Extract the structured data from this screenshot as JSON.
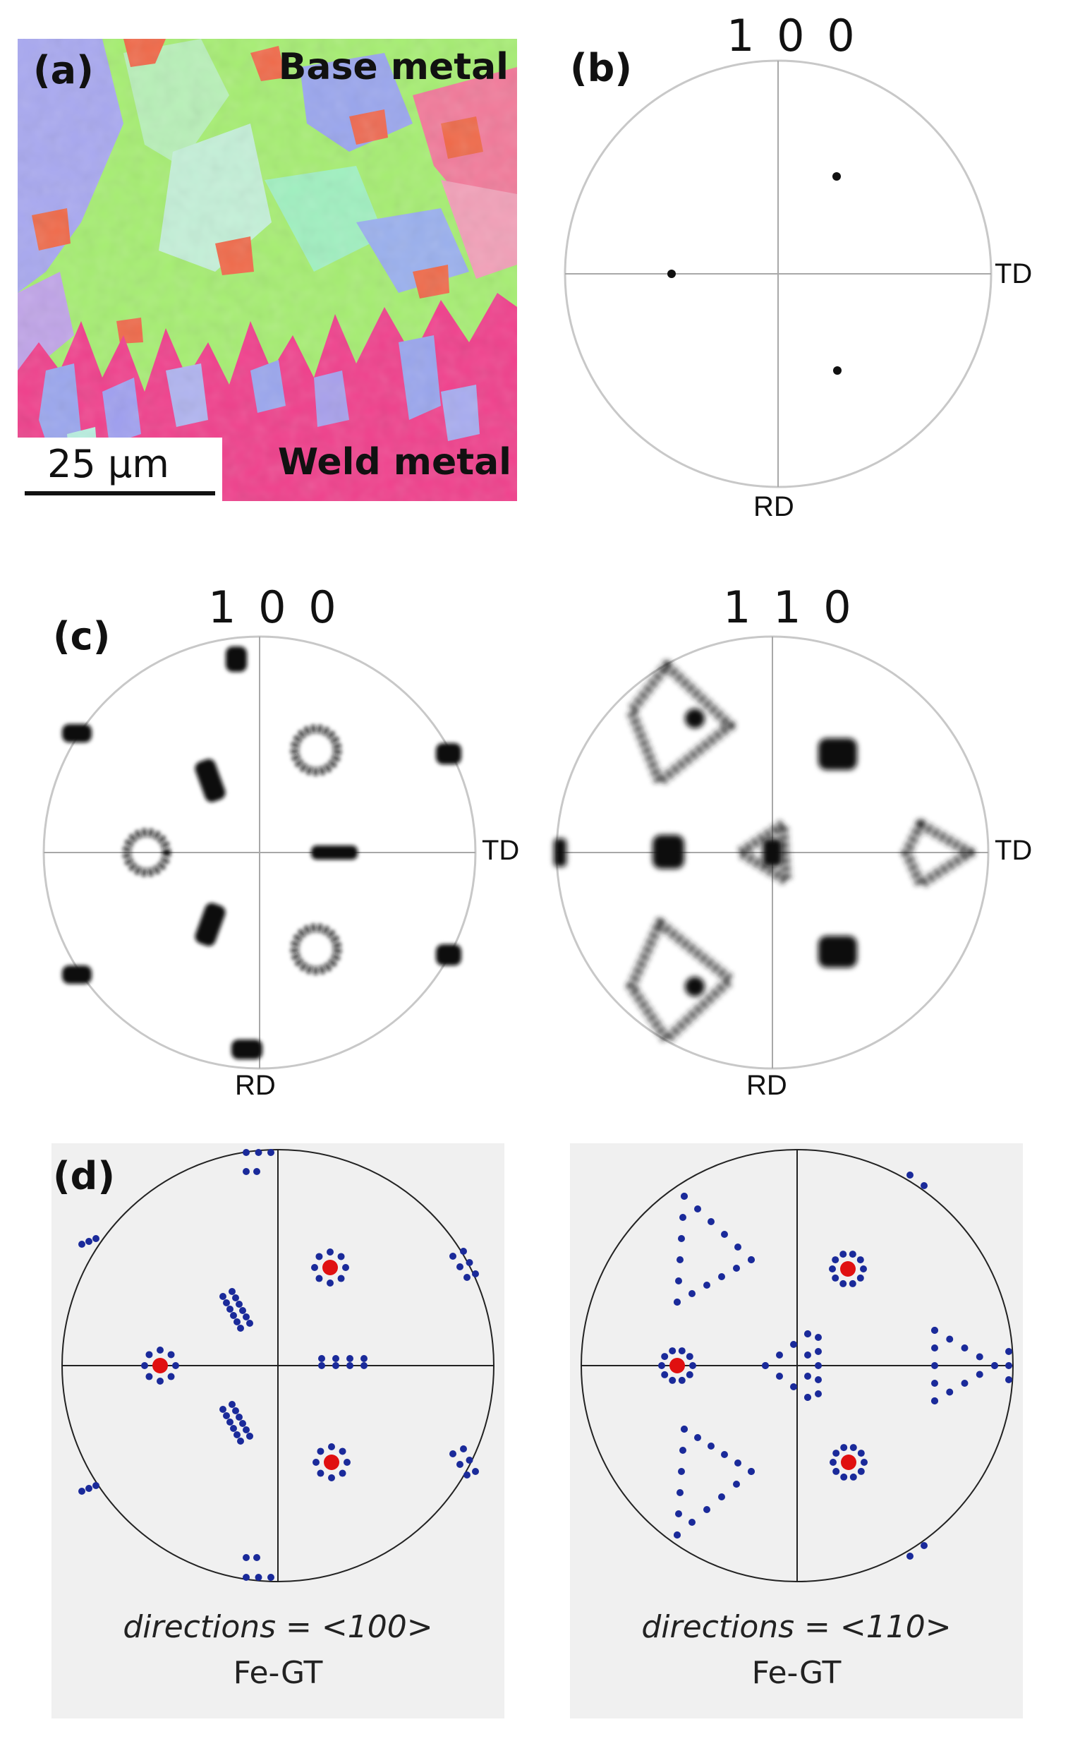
{
  "panel_a": {
    "label": "(a)",
    "base_metal": "Base metal",
    "weld_metal": "Weld metal",
    "scale_bar": "25 µm",
    "colors": {
      "weld": "#f0408c",
      "green": "#a8f070",
      "blue": "#9aa6ee",
      "red": "#f06a4a",
      "cyan": "#b8f0e0"
    }
  },
  "panel_b": {
    "label": "(b)",
    "title": "1 0 0",
    "td": "TD",
    "rd": "RD"
  },
  "panel_c": {
    "label": "(c)",
    "left": {
      "title": "1 0 0",
      "td": "TD",
      "rd": "RD"
    },
    "right": {
      "title": "1 1 0",
      "td": "TD",
      "rd": "RD"
    }
  },
  "panel_d": {
    "label": "(d)",
    "left": {
      "caption": "directions = <100>",
      "subcaption": "Fe-GT"
    },
    "right": {
      "caption": "directions = <110>",
      "subcaption": "Fe-GT"
    },
    "colors": {
      "variant_dot": "#1a2a9a",
      "parent_dot": "#e01010",
      "background": "#f0f0f0"
    }
  }
}
